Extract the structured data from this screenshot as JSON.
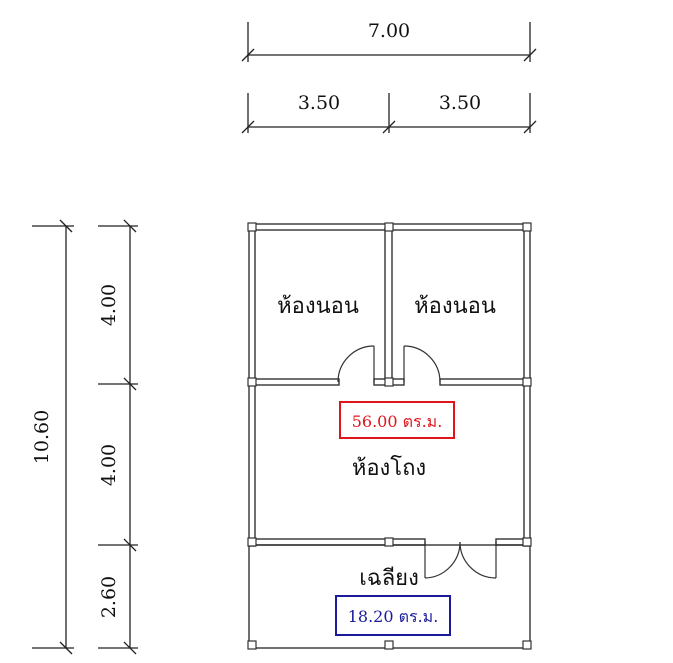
{
  "dimensions": {
    "total_width": "7.00",
    "left_width": "3.50",
    "right_width": "3.50",
    "total_depth": "10.60",
    "bedroom_depth": "4.00",
    "living_depth": "4.00",
    "porch_depth": "2.60"
  },
  "rooms": {
    "bedroom_left": "ห้องนอน",
    "bedroom_right": "ห้องนอน",
    "living": "ห้องโถง",
    "porch": "เฉลียง"
  },
  "areas": {
    "main": "56.00 ตร.ม.",
    "porch": "18.20 ตร.ม."
  },
  "colors": {
    "main_area": "#e0141b",
    "porch_area": "#1a1a9a"
  }
}
